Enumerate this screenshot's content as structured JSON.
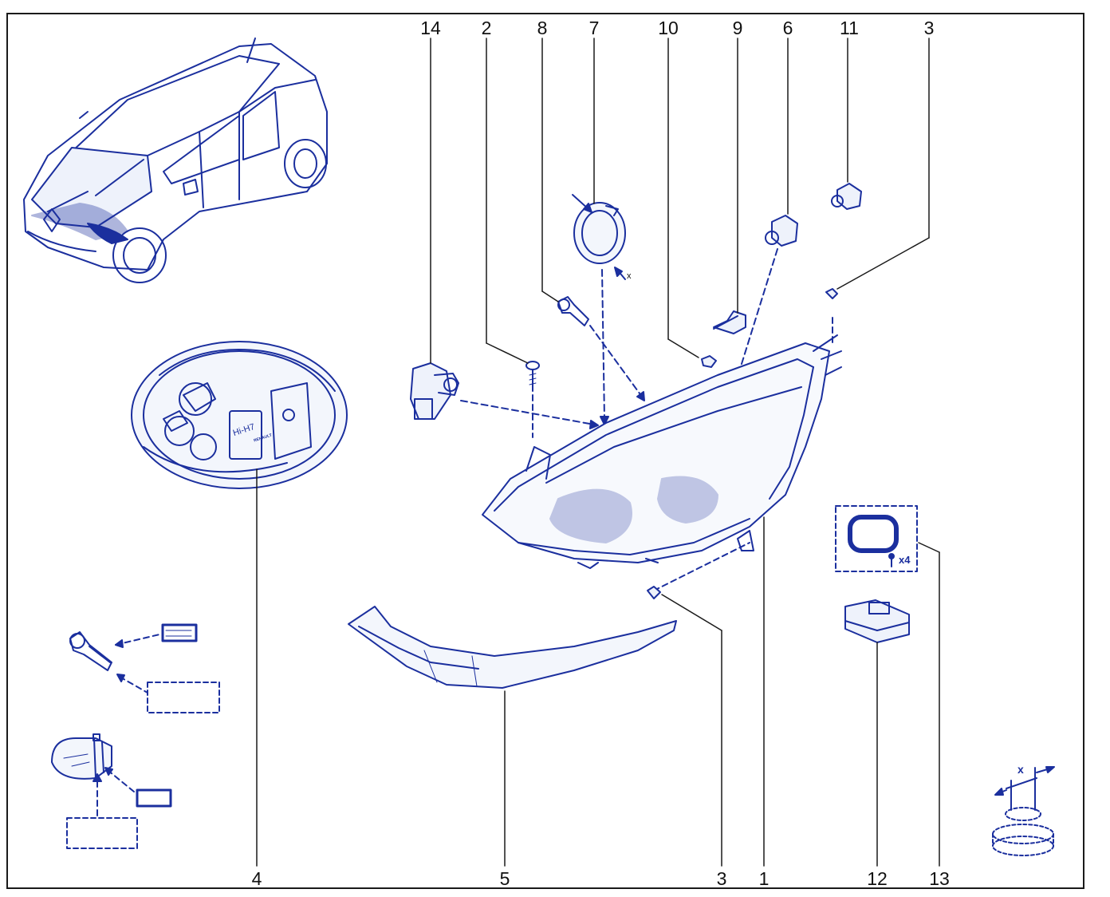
{
  "colors": {
    "line_art": "#1b2f9e",
    "leader": "#1a1a1a",
    "frame": "#1a1a1a",
    "fill": "#dfe6f7"
  },
  "callouts_top": [
    "14",
    "2",
    "8",
    "7",
    "10",
    "9",
    "6",
    "11",
    "3"
  ],
  "callouts_bottom": [
    "4",
    "5",
    "3",
    "1",
    "12",
    "13"
  ],
  "box_label": "x4",
  "lamp_label": "Hi-H7",
  "brand_label": "RENAULT",
  "dim_label": "x",
  "dim_label_detail": "x"
}
